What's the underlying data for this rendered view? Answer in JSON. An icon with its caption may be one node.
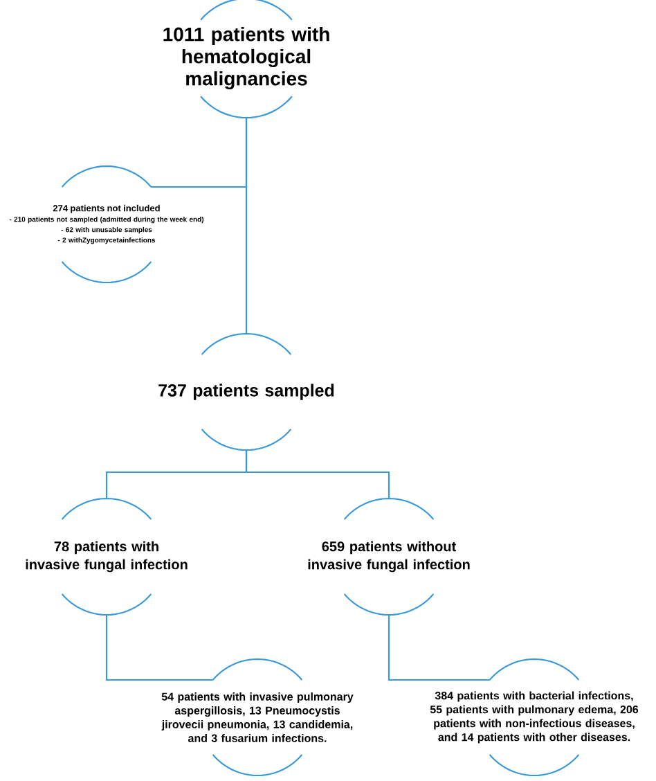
{
  "diagram": {
    "nodes": [
      {
        "text": [
          "1011 patients with hematological malignancies"
        ]
      },
      {
        "text": [
          "274 patients not included",
          "- 210 patients not sampled (admitted during the week end)",
          "- 62 with unusable samples",
          "- 2 withZygomycetainfections"
        ]
      },
      {
        "text": [
          "737 patients sampled"
        ]
      },
      {
        "text": [
          "78 patients with invasive fungal infection"
        ]
      },
      {
        "text": [
          "659 patients without invasive fungal infection"
        ]
      },
      {
        "text": [
          "54 patients with invasive pulmonary aspergillosis, 13 Pneumocystis jirovecii pneumonia, 13 candidemia, and 3 fusarium infections."
        ]
      },
      {
        "text": [
          "384 patients with bacterial infections, 55 patients with pulmonary edema, 206 patients with non-infectious diseases, and 14 patients with other diseases."
        ]
      }
    ],
    "edges": [
      {
        "from": 0,
        "to": 1,
        "arrow": "none"
      },
      {
        "from": 0,
        "to": 2,
        "arrow": "none"
      },
      {
        "from": 2,
        "to": 3,
        "arrow": "none"
      },
      {
        "from": 2,
        "to": 4,
        "arrow": "none"
      },
      {
        "from": 3,
        "to": 5,
        "arrow": "none"
      },
      {
        "from": 4,
        "to": 6,
        "arrow": "none"
      }
    ]
  }
}
